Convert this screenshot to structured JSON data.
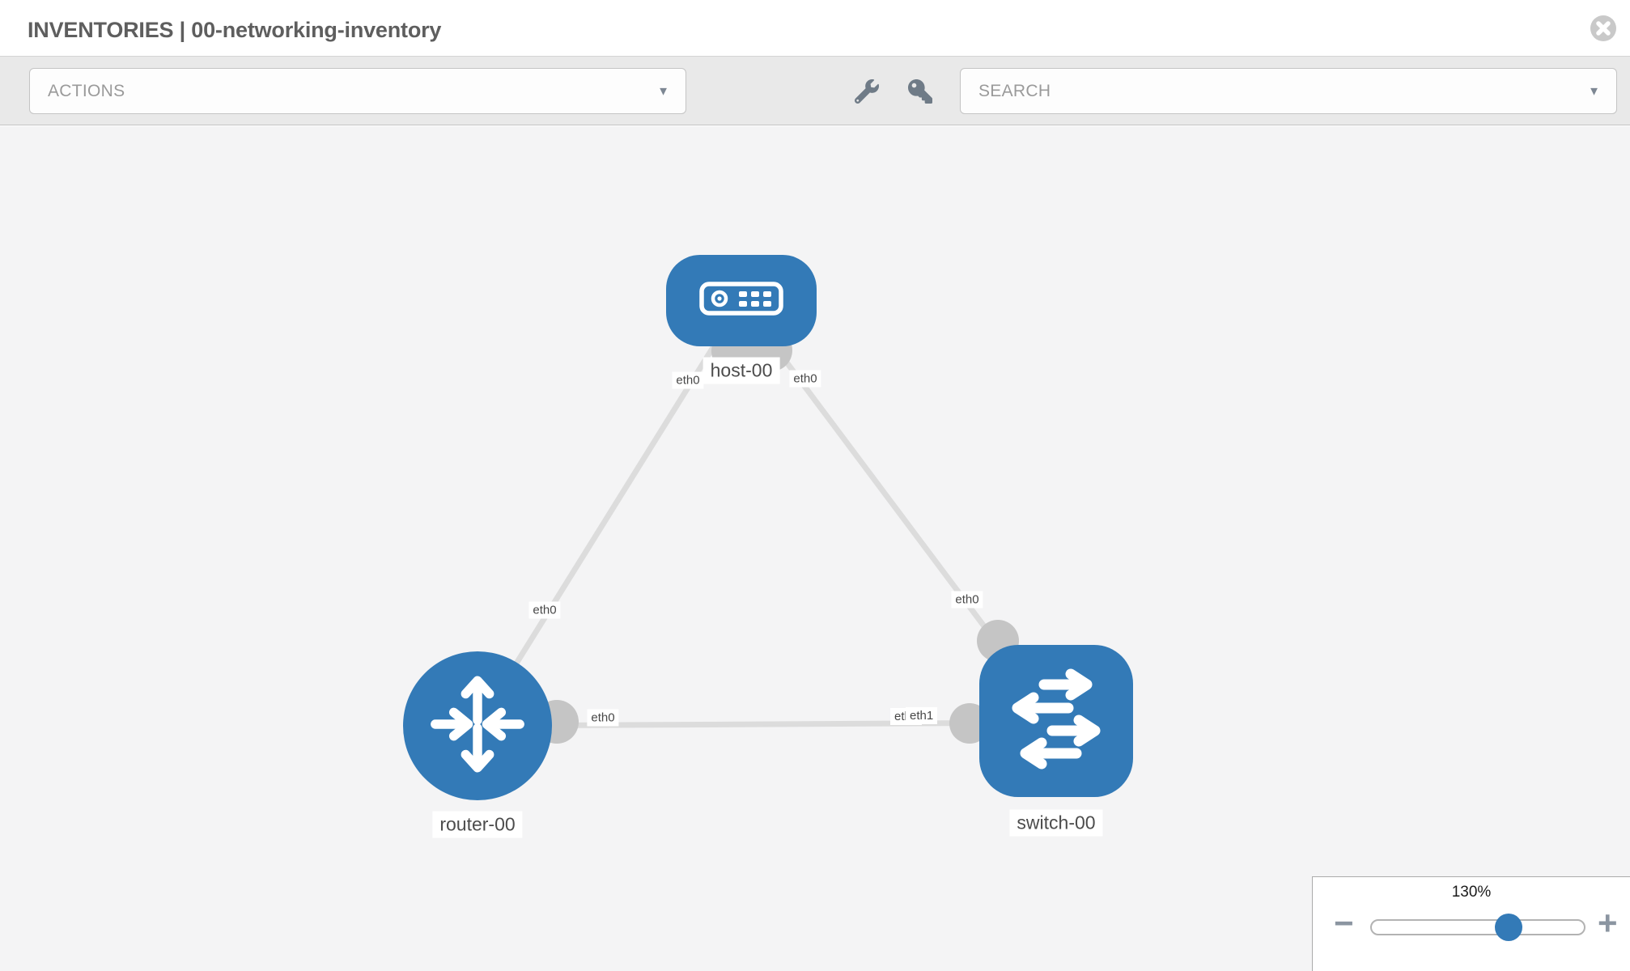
{
  "header": {
    "title": "INVENTORIES | 00-networking-inventory"
  },
  "toolbar": {
    "actions_label": "ACTIONS",
    "search_placeholder": "SEARCH",
    "wrench_icon": "wrench",
    "key_icon": "key",
    "caret_glyph": "▼"
  },
  "topology": {
    "nodes": [
      {
        "id": "host-00",
        "label": "host-00",
        "type": "host",
        "icon": "server-icon",
        "shape": "rounded-rect"
      },
      {
        "id": "router-00",
        "label": "router-00",
        "type": "router",
        "icon": "router-arrows-icon",
        "shape": "circle"
      },
      {
        "id": "switch-00",
        "label": "switch-00",
        "type": "switch",
        "icon": "switch-arrows-icon",
        "shape": "rounded-square"
      }
    ],
    "links": [
      {
        "from": "host-00",
        "to": "router-00",
        "from_interface": "eth0",
        "to_interface": "eth0"
      },
      {
        "from": "host-00",
        "to": "switch-00",
        "from_interface": "eth0",
        "to_interface": "eth0"
      },
      {
        "from": "router-00",
        "to": "switch-00",
        "from_interface": "eth0",
        "to_interface": "eth1",
        "to_interface_overlapped": "eth0"
      }
    ]
  },
  "zoom_control": {
    "value": "130%",
    "percent": 130,
    "minus_label": "−",
    "plus_label": "+"
  },
  "colors": {
    "node_blue": "#337ab7",
    "link_gray": "#dcdcdc",
    "endpoint_gray": "#c5c5c5",
    "toolbar_gray": "#e9e9e9",
    "canvas_gray": "#f4f4f5"
  }
}
